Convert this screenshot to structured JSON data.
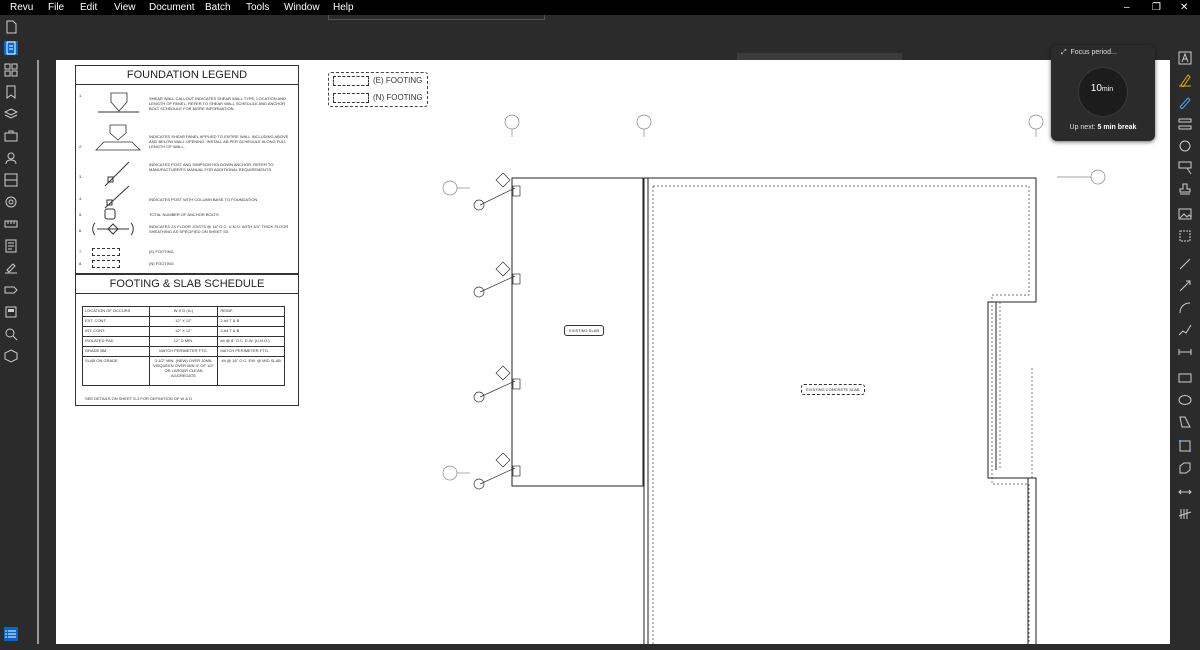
{
  "menu": {
    "items": [
      "Revu",
      "File",
      "Edit",
      "View",
      "Document",
      "Batch",
      "Tools",
      "Window",
      "Help"
    ]
  },
  "window_controls": {
    "minimize": "–",
    "restore": "❐",
    "close": "✕"
  },
  "left_sidebar_icons": [
    "document-icon",
    "pages-icon",
    "thumbnails-icon",
    "bookmarks-icon",
    "layers-icon",
    "toolchest-icon",
    "properties-icon",
    "studio-icon",
    "settings-icon",
    "measurements-icon",
    "markups-icon",
    "signatures-icon",
    "file-access-icon",
    "tool-sets-icon",
    "search-icon",
    "3d-icon"
  ],
  "right_sidebar_icons": [
    "text-box-icon",
    "highlight-icon",
    "pen-icon",
    "stamp-list-icon",
    "cloud-icon",
    "callout-icon",
    "stamp-icon",
    "image-icon",
    "crop-icon",
    "line-icon",
    "arrow-icon",
    "arc-icon",
    "polyline-icon",
    "dimension-icon",
    "rectangle-icon",
    "ellipse-icon",
    "polygon-icon",
    "area-icon",
    "volume-icon",
    "length-icon",
    "count-icon"
  ],
  "legend": {
    "title": "FOUNDATION LEGEND",
    "rows": [
      {
        "num": "1.",
        "text": "SHEAR WALL CALLOUT INDICATES SHEAR WALL TYPE, LOCATION AND LENGTH OF PANEL. REFER TO SHEAR WALL SCHEDULE AND ANCHOR BOLT SCHEDULE FOR MORE INFORMATION."
      },
      {
        "num": "2.",
        "text": "INDICATES SHEAR PANEL APPLIED TO ENTIRE WALL INCLUDING ABOVE AND BELOW WALL OPENING. INSTALL AB PER SCHEDULE ALONG FULL LENGTH OF WALL."
      },
      {
        "num": "3.",
        "text": "INDICATES POST AND SIMPSON HOLDOWN ANCHOR. REFER TO MANUFACTURER'S MANUAL FOR ADDITIONAL REQUIREMENTS."
      },
      {
        "num": "4.",
        "text": "INDICATES POST WITH COLUMN BASE TO FOUNDATION"
      },
      {
        "num": "5.",
        "text": "TOTAL NUMBER OF ANCHOR BOLTS"
      },
      {
        "num": "6.",
        "text": "INDICATES 2X FLOOR JOISTS @ 16\" O.C. U.N.O. WITH 3/4\" THICK FLOOR SHEATHING AS SPECIFIED ON SHEET S0."
      },
      {
        "num": "7.",
        "text": "(E) FOOTING"
      },
      {
        "num": "8.",
        "text": "(N) FOOTING"
      }
    ]
  },
  "schedule": {
    "title": "FOOTING & SLAB SCHEDULE",
    "header": [
      "LOCATION OF OCCURS",
      "W X D (in.)",
      "REINF."
    ],
    "rows": [
      [
        "EXT. CONT.",
        "12\" X 12\"",
        "2-#4 T & B"
      ],
      [
        "INT. CONT.",
        "12\" X 12\"",
        "2-#4 T & B"
      ],
      [
        "ISOLATED PAD",
        "12\" D MIN.",
        "#4 @ 8\" O.C. E.W. (U.N.O.)"
      ],
      [
        "GRADE BM.",
        "MATCH PERIMETER FTG.",
        "MATCH PERIMETER FTG."
      ],
      [
        "SLAB ON GRADE",
        "3 1/2\" MIN. (NEW) OVER 10MIL VISQUEEN OVER MIN 4\" OF 1/2\" OR LARGER CLEAN AGGREGATE",
        "#4 @ 16\" O.C. EW. @ MID SLAB"
      ]
    ],
    "note": "SEE DETAILS ON SHEET S-3 FOR DEFINITION OF W & D"
  },
  "footing_legend": {
    "e_footing": "(E) FOOTING",
    "n_footing": "(N) FOOTING"
  },
  "plan": {
    "existing_slab": "EXISTING SLAB",
    "existing_concrete_slab": "EXISTING CONCRETE SLAB"
  },
  "focus": {
    "title": "Focus period...",
    "minutes": "10",
    "unit": "min",
    "next_prefix": "Up next:",
    "next_value": "5 min break"
  }
}
